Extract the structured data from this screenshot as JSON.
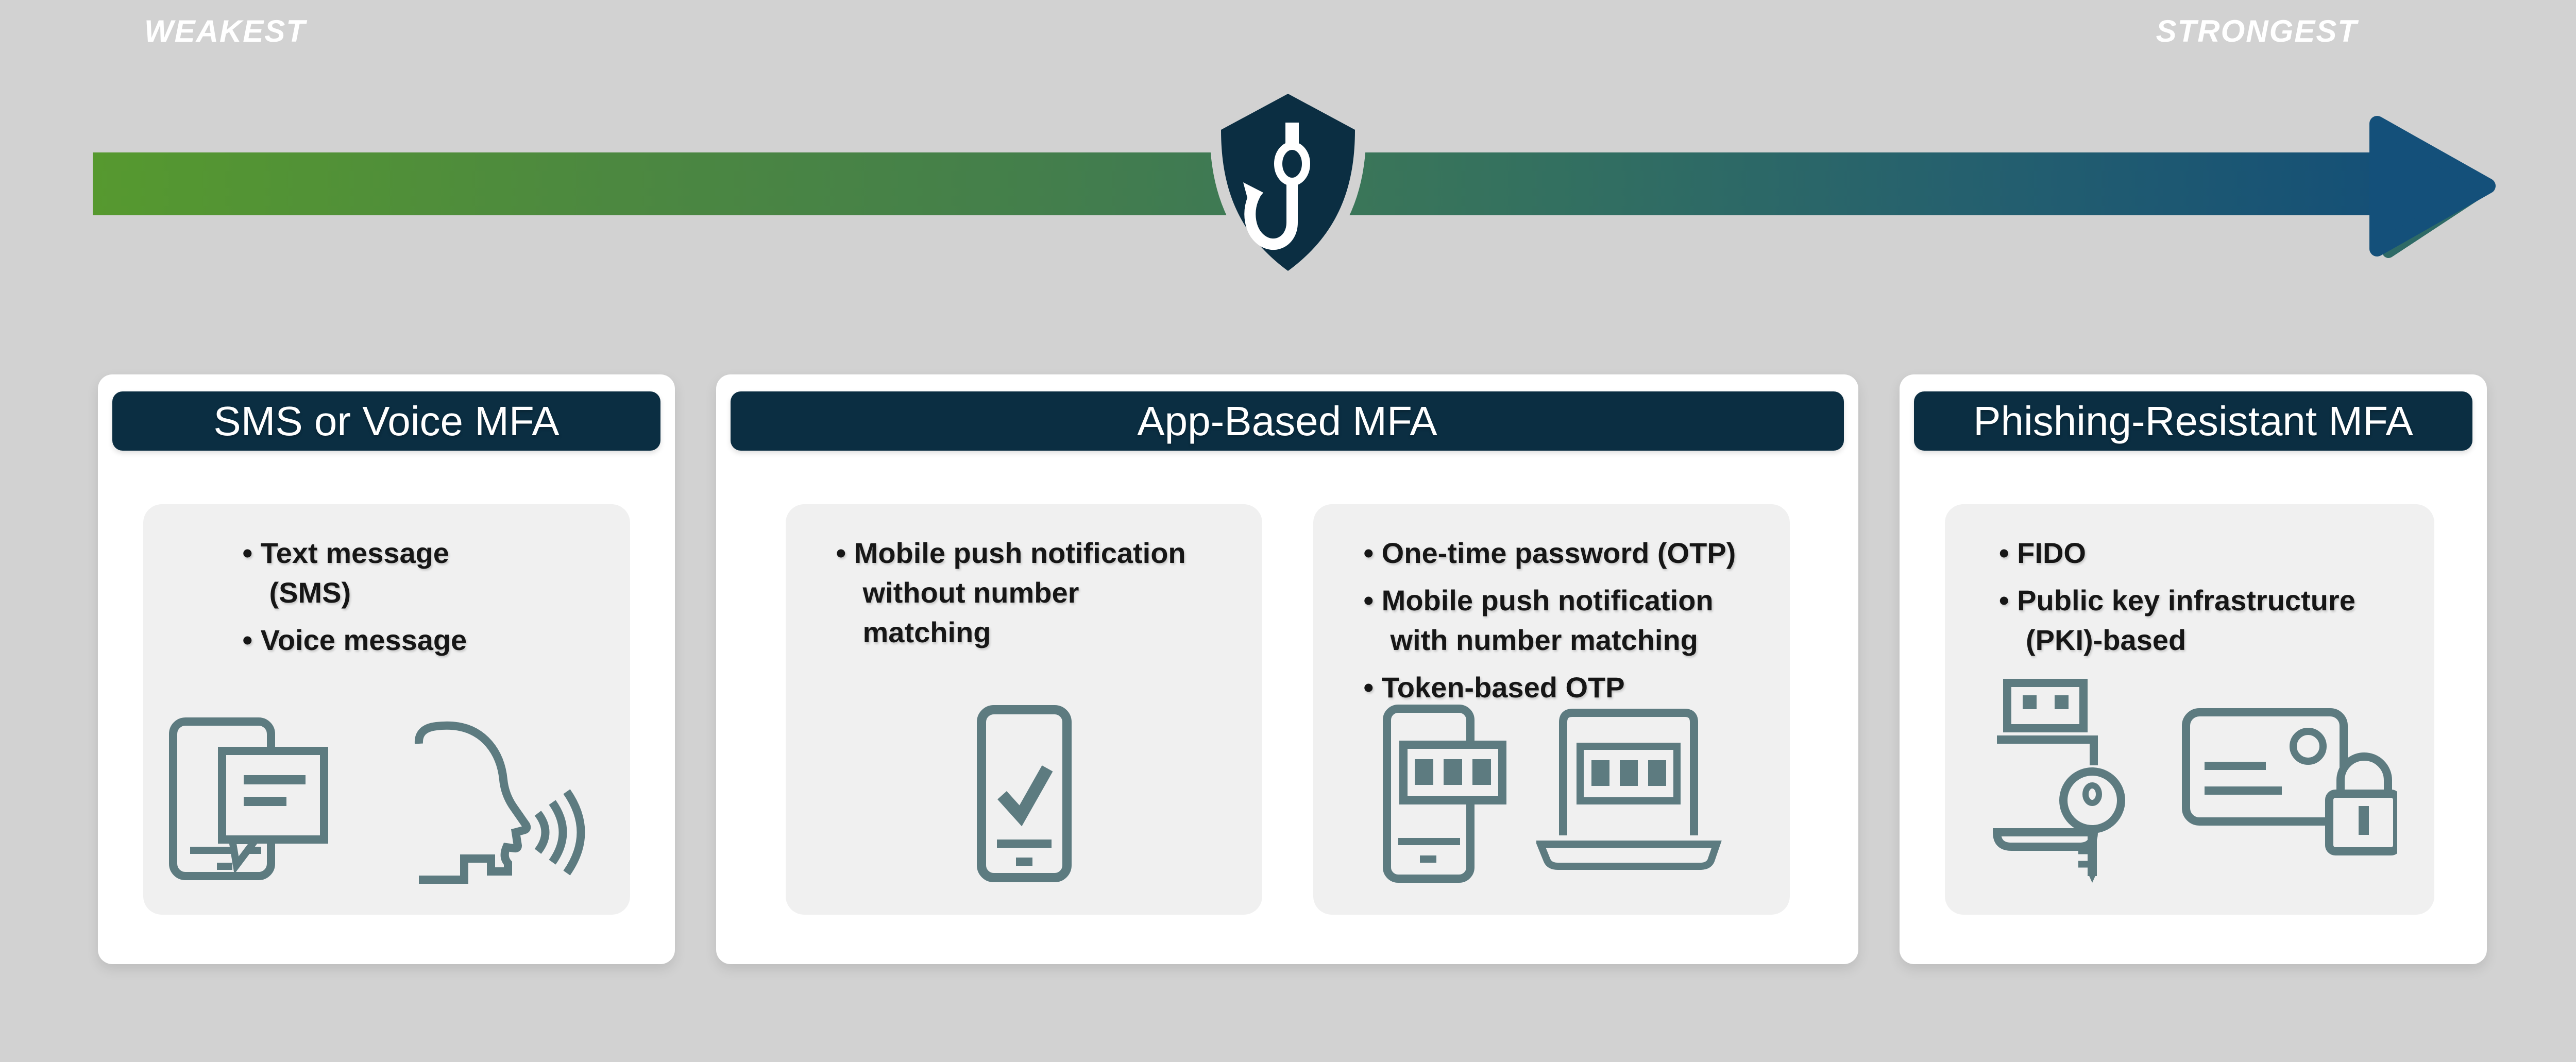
{
  "scale_bar": {
    "weakest_label": "WEAKEST",
    "strongest_label": "STRONGEST",
    "gradient_start": "#56992f",
    "gradient_end": "#155076",
    "arrowhead_color": "#14507a",
    "arrowhead_shadow_color": "#2e6a66",
    "shield_color": "#0b2e42",
    "shield_icon": "fish-hook-icon"
  },
  "cards": [
    {
      "title": "SMS or Voice MFA",
      "panels": [
        {
          "bullets": [
            "Text message (SMS)",
            "Voice message"
          ],
          "icons": [
            "phone-sms-icon",
            "voice-speaking-icon"
          ]
        }
      ]
    },
    {
      "title": "App-Based MFA",
      "panels": [
        {
          "bullets": [
            "Mobile push notification without number matching"
          ],
          "icons": [
            "phone-check-icon"
          ]
        },
        {
          "bullets": [
            "One-time password (OTP)",
            "Mobile push notification with number matching",
            "Token-based OTP"
          ],
          "icons": [
            "phone-otp-icon",
            "laptop-otp-icon"
          ]
        }
      ]
    },
    {
      "title": "Phishing-Resistant MFA",
      "panels": [
        {
          "bullets": [
            "FIDO",
            "Public key infrastructure (PKI)-based"
          ],
          "icons": [
            "usb-security-key-icon",
            "pki-card-lock-icon"
          ]
        }
      ]
    }
  ],
  "colors": {
    "page_bg": "#d2d2d2",
    "card_bg": "#ffffff",
    "panel_bg": "#f0f0f0",
    "header_navy": "#0b2e42",
    "icon_stroke": "#5d7b80",
    "text": "#161616",
    "label_white": "#ffffff"
  }
}
